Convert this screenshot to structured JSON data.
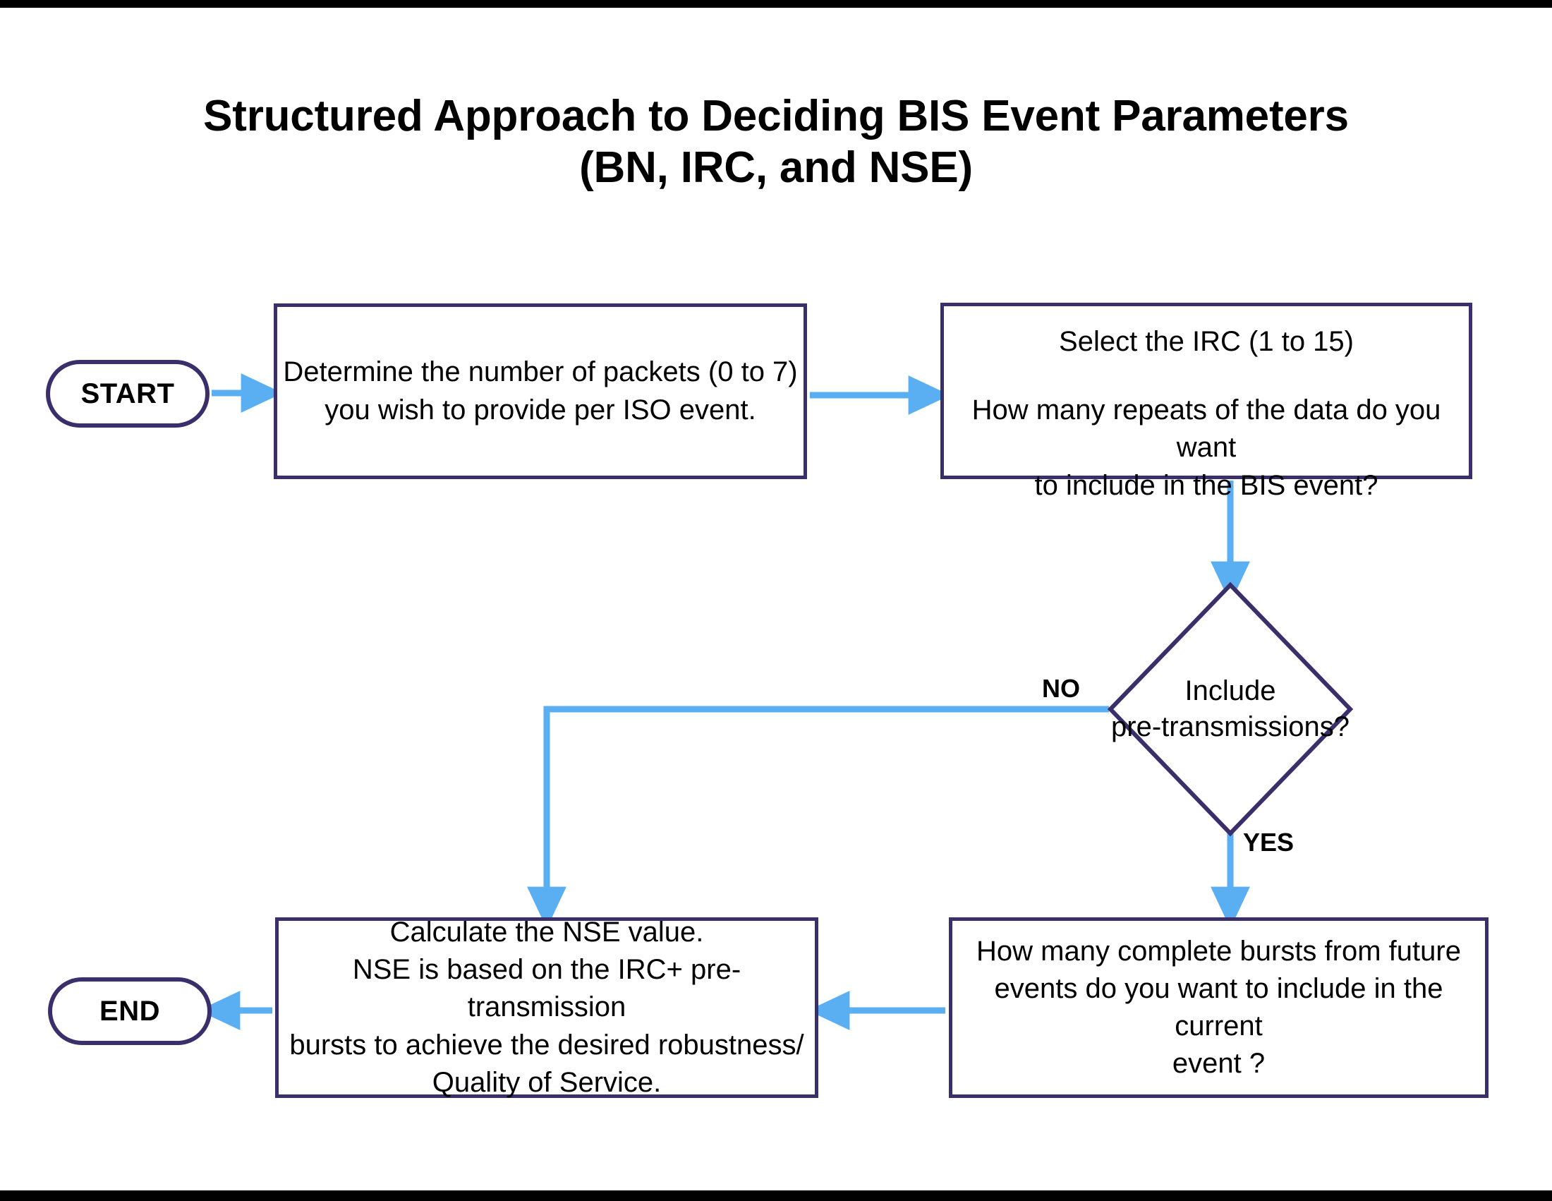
{
  "page": {
    "title_line1": "Structured Approach to Deciding BIS Event Parameters",
    "title_line2": "(BN, IRC, and NSE)",
    "colors": {
      "node_border": "#3b2f6b",
      "arrow": "#5aaef2",
      "text": "#000000",
      "background": "#ffffff",
      "frame_bar": "#000000"
    }
  },
  "nodes": {
    "start": {
      "label": "START",
      "shape": "terminator"
    },
    "determine_packets": {
      "shape": "process",
      "line1": "Determine the number of packets (0 to 7)",
      "line2": "you wish to provide per ISO event."
    },
    "select_irc": {
      "shape": "process",
      "line1": "Select the IRC (1 to 15)",
      "line2": "",
      "line3": "How many repeats of the data do you want",
      "line4": "to include in the BIS event?"
    },
    "decision_pretransmissions": {
      "shape": "diamond",
      "line1": "Include",
      "line2": "pre-transmissions?"
    },
    "future_bursts": {
      "shape": "process",
      "line1": "How many complete bursts from future",
      "line2": "events do you want to include in the current",
      "line3": "event ?"
    },
    "calculate_nse": {
      "shape": "process",
      "line1": "Calculate the NSE value.",
      "line2": "NSE is based on the IRC+ pre-transmission",
      "line3": "bursts to achieve the desired robustness/",
      "line4": "Quality of Service."
    },
    "end": {
      "label": "END",
      "shape": "terminator"
    }
  },
  "edges": {
    "start_to_determine": {
      "label": ""
    },
    "determine_to_irc": {
      "label": ""
    },
    "irc_to_decision": {
      "label": ""
    },
    "decision_no": {
      "label": "NO"
    },
    "decision_yes": {
      "label": "YES"
    },
    "future_to_nse": {
      "label": ""
    },
    "nse_to_end": {
      "label": ""
    }
  }
}
